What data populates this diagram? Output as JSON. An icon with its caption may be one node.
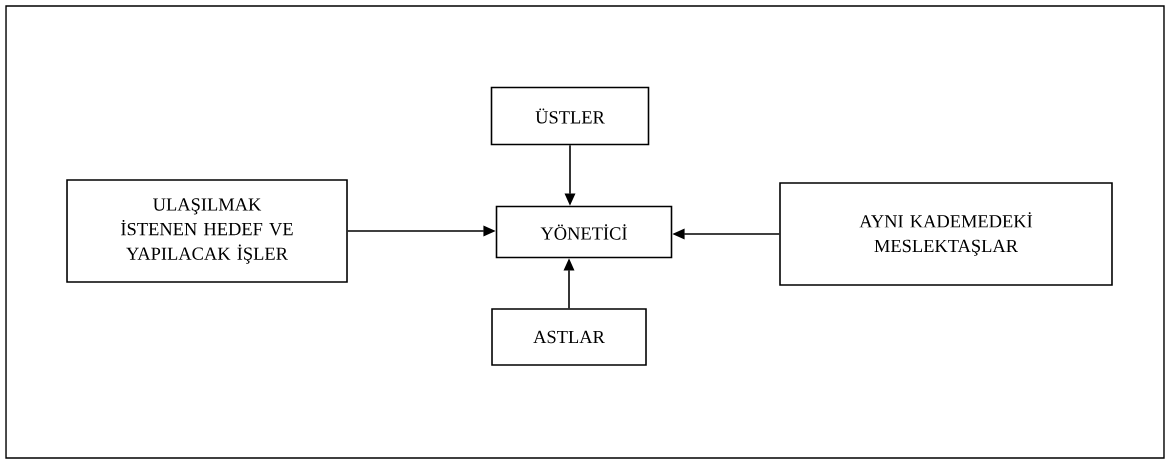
{
  "diagram": {
    "nodes": [
      {
        "text": [
          "ÜSTLER"
        ]
      },
      {
        "text": [
          "ULAŞILMAK İSTENEN HEDEF VE YAPILACAK İŞLER"
        ]
      },
      {
        "text": [
          "YÖNETİCİ"
        ]
      },
      {
        "text": [
          "AYNI KADEMEDEKİ MESLEKTAŞLAR"
        ]
      },
      {
        "text": [
          "ASTLAR"
        ]
      }
    ],
    "edges": [
      {
        "from": 0,
        "to": 2,
        "arrow": "to"
      },
      {
        "from": 1,
        "to": 2,
        "arrow": "to"
      },
      {
        "from": 3,
        "to": 2,
        "arrow": "to"
      },
      {
        "from": 4,
        "to": 2,
        "arrow": "to"
      }
    ]
  }
}
